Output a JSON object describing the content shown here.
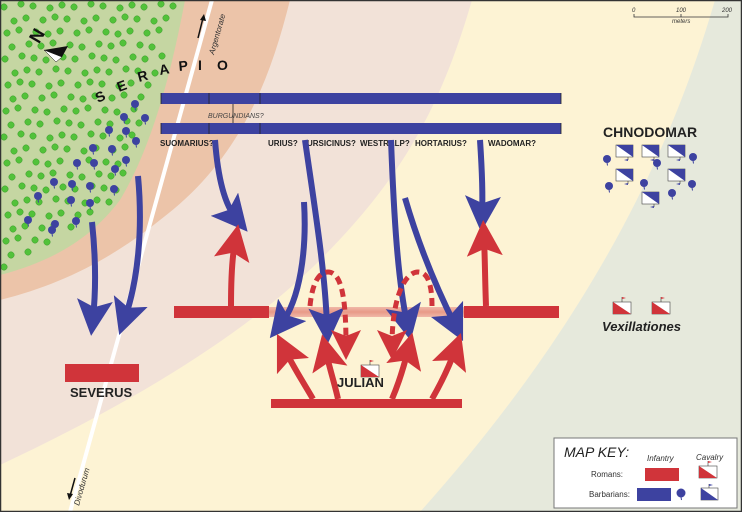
{
  "colors": {
    "forest": "#c5d6a2",
    "band1": "#ecc4a9",
    "band2": "#f2e2d8",
    "band3": "#fdf3d4",
    "band4": "#e6e9dc",
    "roman": "#d0343a",
    "barbarian": "#3d42a0",
    "tree": "#52c23a",
    "road": "#ffffff",
    "text": "#222222"
  },
  "compass": {
    "label": "N"
  },
  "forest_label": "SERAPIO",
  "roads": {
    "north": "Argentorate",
    "south": "Divodurum"
  },
  "scale_bar": {
    "ticks": [
      "0",
      "100",
      "200"
    ],
    "unit": "meters"
  },
  "barbarian_lines": {
    "note": "BURGUNDIANS?",
    "leaders": [
      "SUOMARIUS?",
      "URIUS?",
      "URSICINUS?",
      "WESTRALP?",
      "HORTARIUS?",
      "WADOMAR?"
    ]
  },
  "chnodomar": {
    "label": "CHNODOMAR"
  },
  "vexillationes": {
    "label": "Vexillationes"
  },
  "julian": {
    "label": "JULIAN"
  },
  "severus": {
    "label": "SEVERUS"
  },
  "legend": {
    "title": "MAP KEY:",
    "col_infantry": "Infantry",
    "col_cavalry": "Cavalry",
    "row_romans": "Romans:",
    "row_barbarians": "Barbarians:"
  }
}
